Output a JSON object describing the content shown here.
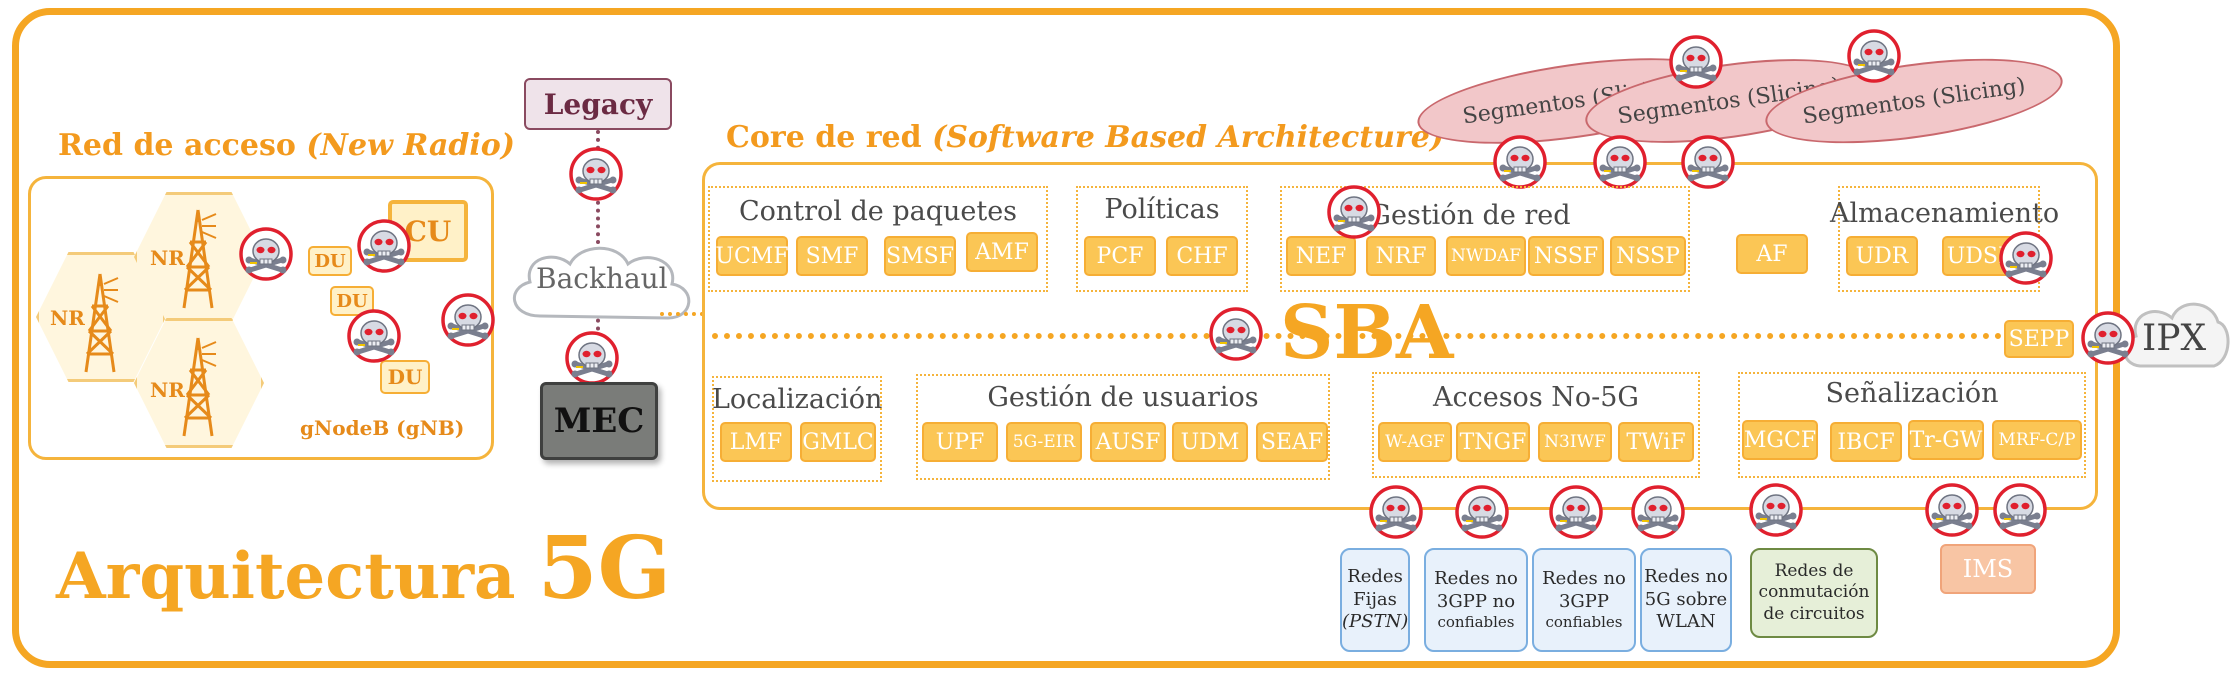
{
  "access": {
    "title": "Red de acceso",
    "title_italic": "(New Radio)",
    "nr_label": "NR",
    "du_label": "DU",
    "cu_label": "CU",
    "gnb_label": "gNodeB (gNB)"
  },
  "legacy": "Legacy",
  "backhaul": "Backhaul",
  "mec": "MEC",
  "core": {
    "title": "Core de red",
    "title_italic": "(Software Based Architecture)",
    "sba": "SBA"
  },
  "slicing": [
    "Segmentos (Slicing)",
    "Segmentos (Slicing)",
    "Segmentos (Slicing)"
  ],
  "groups": {
    "control": {
      "title": "Control de paquetes",
      "items": [
        "UCMF",
        "SMF",
        "SMSF",
        "AMF"
      ]
    },
    "politicas": {
      "title": "Políticas",
      "items": [
        "PCF",
        "CHF"
      ]
    },
    "gestion_red": {
      "title": "Gestión de red",
      "items": [
        "NEF",
        "NRF",
        "NWDAF",
        "NSSF",
        "NSSP"
      ]
    },
    "af": "AF",
    "almacenamiento": {
      "title": "Almacenamiento",
      "items": [
        "UDR",
        "UDSF"
      ]
    },
    "sepp": "SEPP",
    "localizacion": {
      "title": "Localización",
      "items": [
        "LMF",
        "GMLC"
      ]
    },
    "gestion_usuarios": {
      "title": "Gestión de usuarios",
      "items": [
        "UPF",
        "5G-EIR",
        "AUSF",
        "UDM",
        "SEAF"
      ]
    },
    "accesos": {
      "title": "Accesos No-5G",
      "items": [
        "W-AGF",
        "TNGF",
        "N3IWF",
        "TWiF"
      ]
    },
    "senalizacion": {
      "title": "Señalización",
      "items": [
        "MGCF",
        "IBCF",
        "Tr-GW",
        "MRF-C/P"
      ]
    }
  },
  "ipx": "IPX",
  "external": {
    "pstn": [
      "Redes",
      "Fijas",
      "(PSTN)"
    ],
    "no3gpp_nc": [
      "Redes no",
      "3GPP no",
      "confiables"
    ],
    "no3gpp_c": [
      "Redes no",
      "3GPP",
      "confiables"
    ],
    "wlan": [
      "Redes no",
      "5G sobre",
      "WLAN"
    ],
    "circuitos": [
      "Redes de",
      "conmutación",
      "de circuitos"
    ],
    "ims": "IMS"
  },
  "footer": {
    "title": "Arquitectura",
    "big": "5G"
  },
  "icons": {
    "threat": "skull-crossbones-icon"
  },
  "colors": {
    "accent": "#f5a623",
    "nf_fill": "#fbc655",
    "threat_red": "#e0202e"
  }
}
